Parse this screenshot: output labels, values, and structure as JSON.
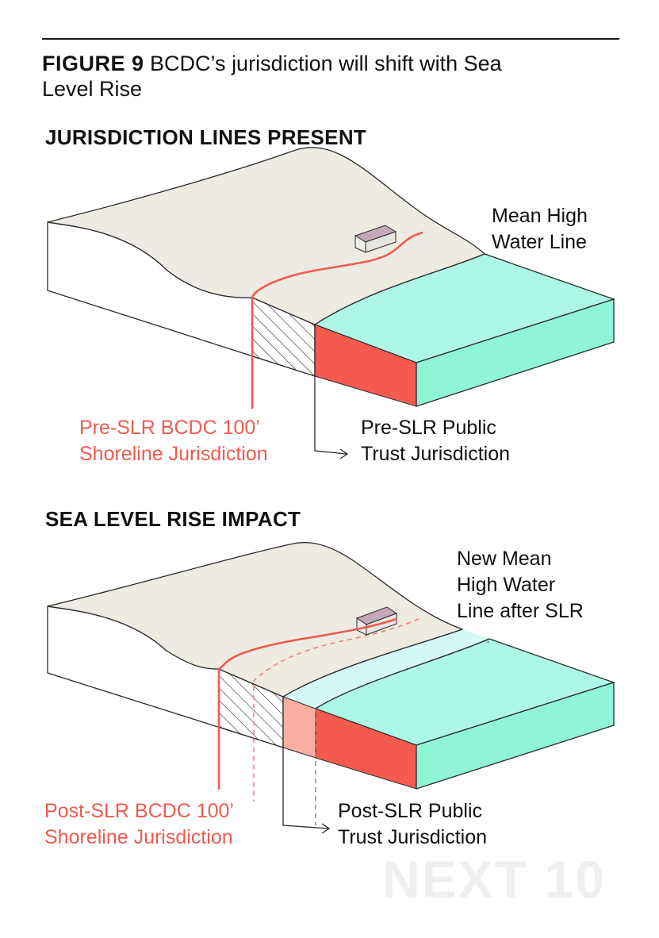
{
  "figure": {
    "number": "FIGURE 9",
    "title_line1": "BCDC’s jurisdiction will shift with Sea",
    "title_line2": "Level Rise"
  },
  "panel_present": {
    "heading": "JURISDICTION LINES PRESENT",
    "mhw_line1": "Mean High",
    "mhw_line2": "Water Line",
    "bcdc_line1": "Pre-SLR BCDC 100’",
    "bcdc_line2": "Shoreline Jurisdiction",
    "trust_line1": "Pre-SLR Public",
    "trust_line2": "Trust Jurisdiction"
  },
  "panel_slr": {
    "heading": "SEA LEVEL RISE IMPACT",
    "mhw_line1": "New Mean",
    "mhw_line2": "High Water",
    "mhw_line3": "Line after SLR",
    "bcdc_line1": "Post-SLR BCDC 100’",
    "bcdc_line2": "Shoreline Jurisdiction",
    "trust_line1": "Post-SLR Public",
    "trust_line2": "Trust Jurisdiction"
  },
  "watermark": "NEXT 10",
  "colors": {
    "land_top": "#eeebe2",
    "land_side": "#ffffff",
    "water_top": "#aef7e6",
    "water_side": "#8ff4d8",
    "trust_red": "#f55a4f",
    "trust_red_light": "#f8aea3",
    "bcdc_red": "#ef5b4f",
    "new_water": "#d4f8f6",
    "roof": "#c4a9b8",
    "outline": "#2a2a2a"
  }
}
